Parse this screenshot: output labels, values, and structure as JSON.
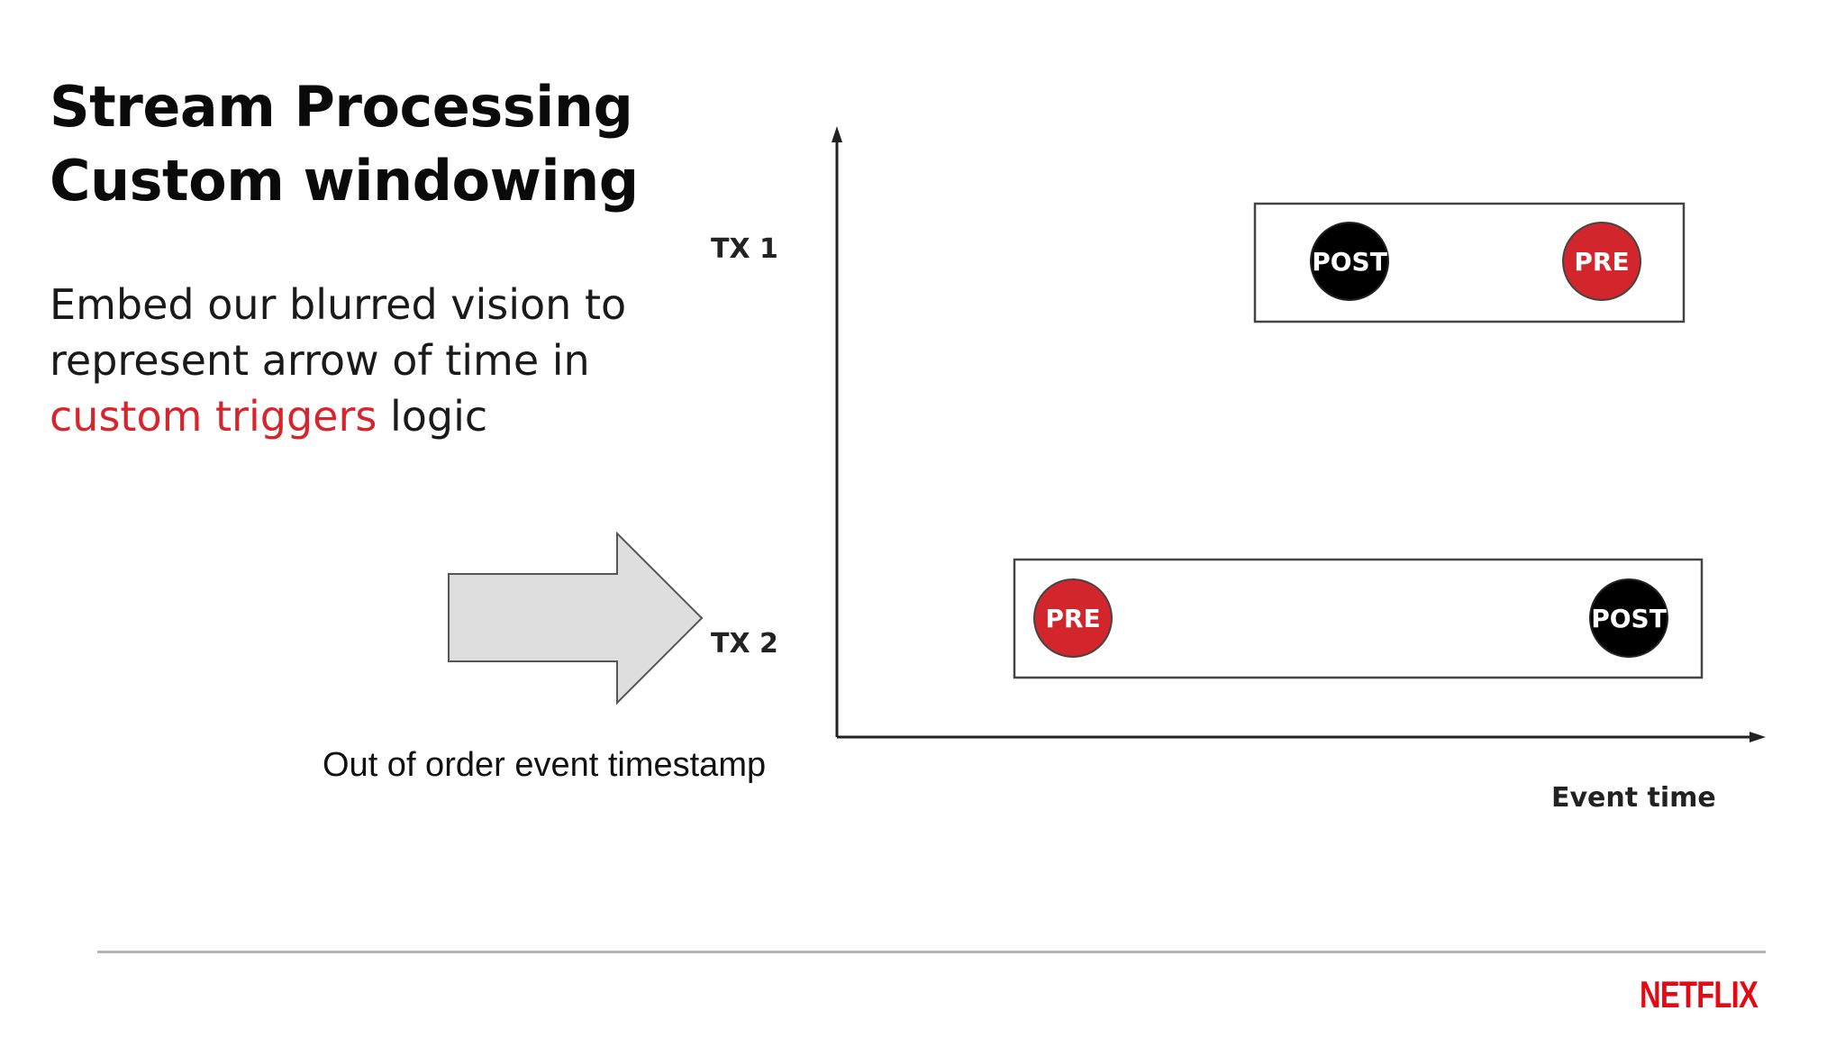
{
  "slide": {
    "title_line1": "Stream Processing",
    "title_line2": "Custom windowing",
    "body_line1": "Embed our blurred vision to",
    "body_line2": "represent arrow of time in",
    "body_highlight": "custom triggers",
    "body_tail": " logic",
    "highlight_color": "#d6262d"
  },
  "diagram": {
    "arrow_caption": "Out of order event timestamp",
    "x_axis_label": "Event time",
    "rows": [
      {
        "label": "TX 1",
        "events": [
          {
            "label": "POST",
            "color": "#000000"
          },
          {
            "label": "PRE",
            "color": "#d2262c"
          }
        ]
      },
      {
        "label": "TX 2",
        "events": [
          {
            "label": "PRE",
            "color": "#d2262c"
          },
          {
            "label": "POST",
            "color": "#000000"
          }
        ]
      }
    ]
  },
  "footer": {
    "logo_text": "NETFLIX",
    "logo_color": "#e50914"
  }
}
